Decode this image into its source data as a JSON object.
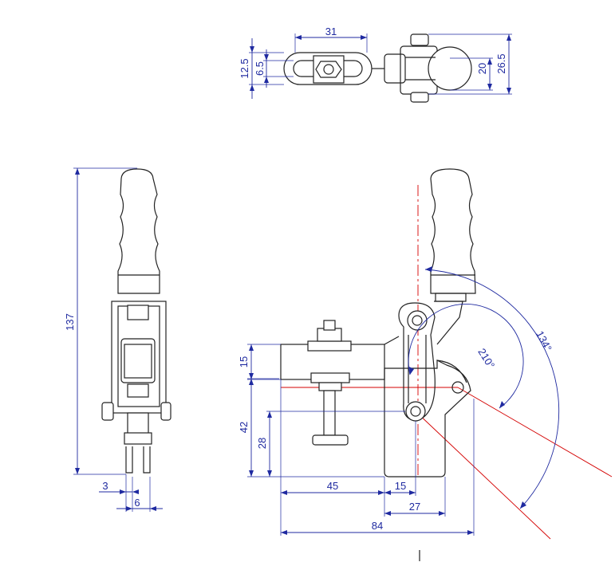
{
  "drawing": {
    "top_view": {
      "dim_width_slot": "31",
      "dim_height_outer": "12.5",
      "dim_height_inner": "6.5",
      "dim_body_inner": "20",
      "dim_body_outer": "26.5"
    },
    "side_view": {
      "dim_total_height": "137",
      "dim_offset": "3",
      "dim_foot": "6"
    },
    "front_view": {
      "dim_bar_height": "15",
      "dim_height_42": "42",
      "dim_height_28": "28",
      "dim_len_45": "45",
      "dim_len_15": "15",
      "dim_len_27": "27",
      "dim_len_84": "84",
      "angle_small": "210°",
      "angle_large": "134°"
    }
  }
}
